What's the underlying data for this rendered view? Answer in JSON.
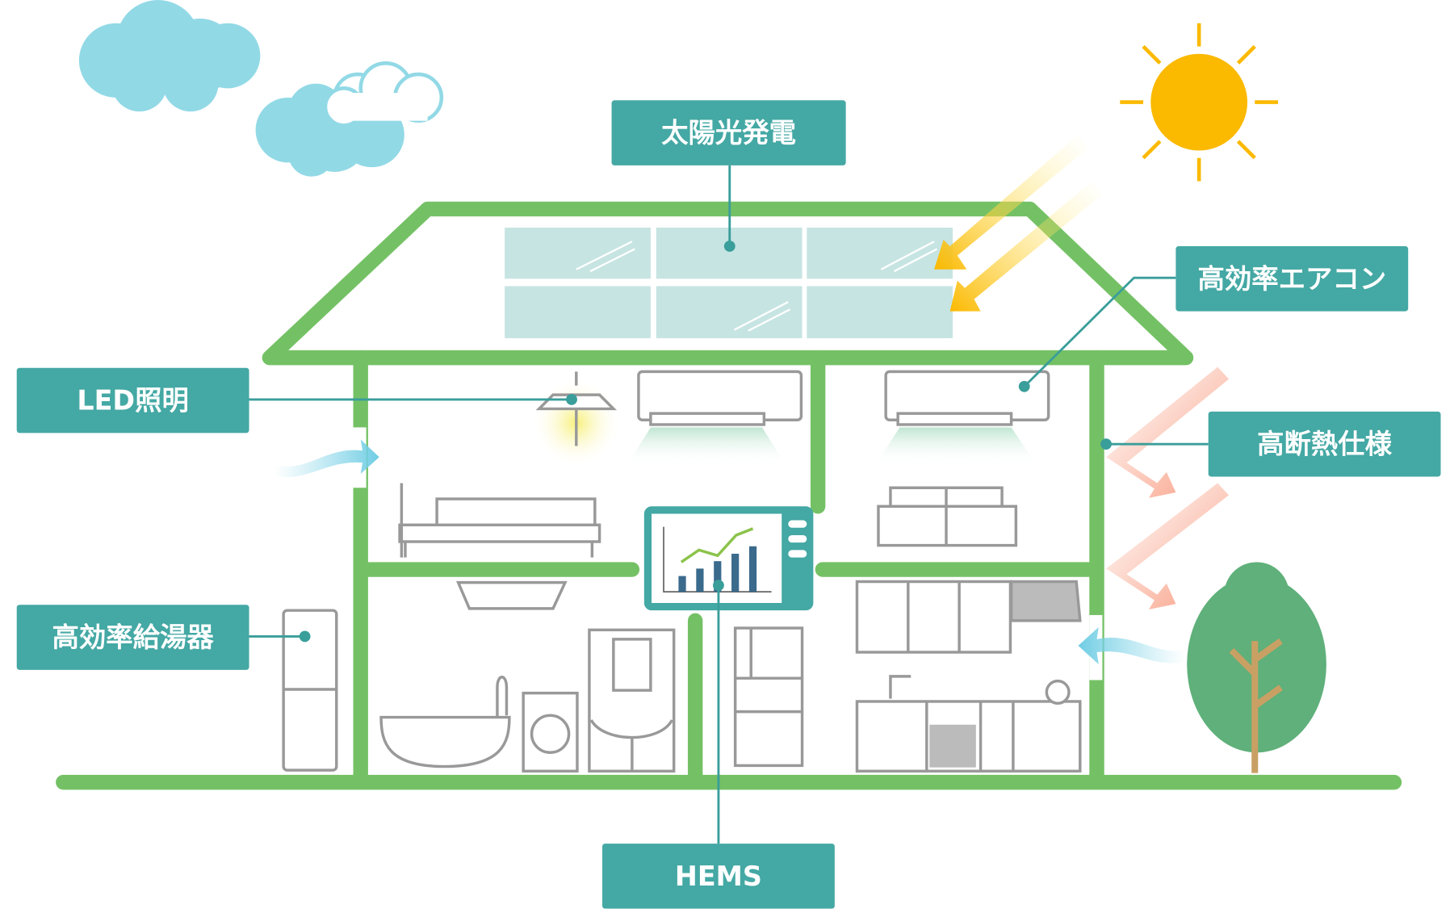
{
  "labels": {
    "solar": "太陽光発電",
    "aircon": "高効率エアコン",
    "led": "LED照明",
    "insulation": "高断熱仕様",
    "water_heater": "高効率給湯器",
    "hems": "HEMS"
  },
  "colors": {
    "label_bg": "#44a8a4",
    "house": "#74c165",
    "sun": "#fbb900",
    "cloud": "#92d9e6",
    "solar_panel": "#c6e4e2",
    "tree": "#5fb07a"
  }
}
